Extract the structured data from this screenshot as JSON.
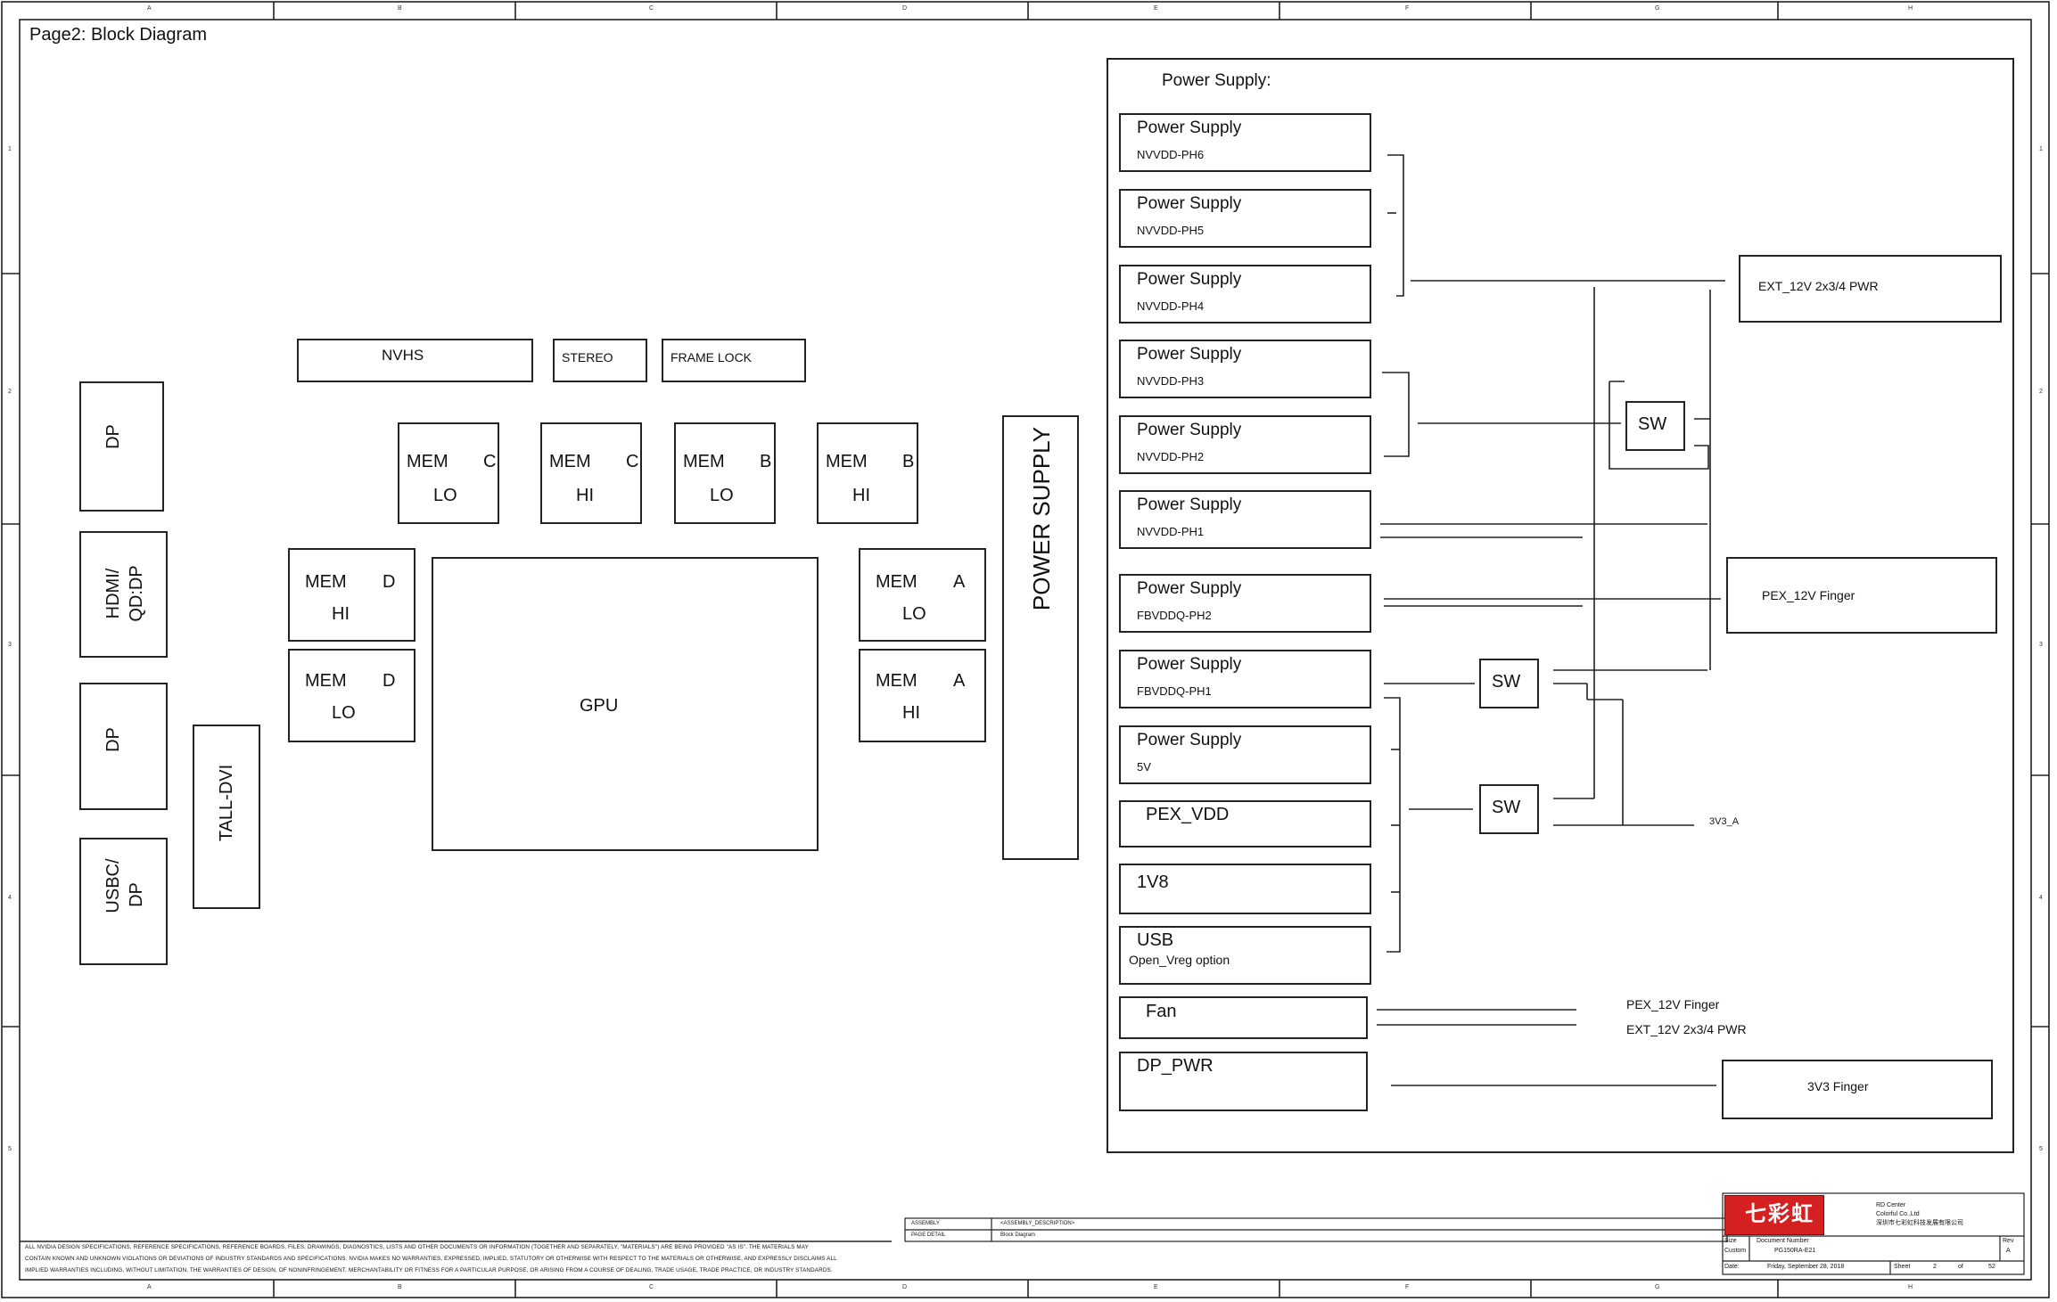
{
  "page_title": "Page2: Block Diagram",
  "border": {
    "columns": [
      "A",
      "B",
      "C",
      "D",
      "E",
      "F",
      "G",
      "H"
    ],
    "rows": [
      "1",
      "2",
      "3",
      "4",
      "5"
    ]
  },
  "connectors": {
    "dp_top": "DP",
    "hdmi_line1": "HDMI/",
    "hdmi_line2": "QD:DP",
    "dp_mid": "DP",
    "usbc_line1": "USBC/",
    "usbc_line2": "DP",
    "tall_dvi": "TALL-DVI"
  },
  "top_blocks": {
    "nvhs": "NVHS",
    "stereo": "STEREO",
    "frame_lock": "FRAME LOCK"
  },
  "memory": [
    {
      "id": "c_lo",
      "mem": "MEM",
      "ch": "C",
      "pos": "LO"
    },
    {
      "id": "c_hi",
      "mem": "MEM",
      "ch": "C",
      "pos": "HI"
    },
    {
      "id": "b_lo",
      "mem": "MEM",
      "ch": "B",
      "pos": "LO"
    },
    {
      "id": "b_hi",
      "mem": "MEM",
      "ch": "B",
      "pos": "HI"
    },
    {
      "id": "d_hi",
      "mem": "MEM",
      "ch": "D",
      "pos": "HI"
    },
    {
      "id": "d_lo",
      "mem": "MEM",
      "ch": "D",
      "pos": "LO"
    },
    {
      "id": "a_lo",
      "mem": "MEM",
      "ch": "A",
      "pos": "LO"
    },
    {
      "id": "a_hi",
      "mem": "MEM",
      "ch": "A",
      "pos": "HI"
    }
  ],
  "gpu": "GPU",
  "power_supply_vertical": "POWER SUPPLY",
  "power_panel": {
    "heading": "Power Supply:",
    "supplies": [
      {
        "id": "ph6",
        "title": "Power Supply",
        "sub": "NVVDD-PH6"
      },
      {
        "id": "ph5",
        "title": "Power Supply",
        "sub": "NVVDD-PH5"
      },
      {
        "id": "ph4",
        "title": "Power Supply",
        "sub": "NVVDD-PH4"
      },
      {
        "id": "ph3",
        "title": "Power Supply",
        "sub": "NVVDD-PH3"
      },
      {
        "id": "ph2",
        "title": "Power Supply",
        "sub": "NVVDD-PH2"
      },
      {
        "id": "ph1",
        "title": "Power Supply",
        "sub": "NVVDD-PH1"
      },
      {
        "id": "fb2",
        "title": "Power Supply",
        "sub": "FBVDDQ-PH2"
      },
      {
        "id": "fb1",
        "title": "Power Supply",
        "sub": "FBVDDQ-PH1"
      },
      {
        "id": "v5",
        "title": "Power Supply",
        "sub": "5V"
      },
      {
        "id": "pexvdd",
        "title": "PEX_VDD",
        "sub": ""
      },
      {
        "id": "v1v8",
        "title": "1V8",
        "sub": ""
      },
      {
        "id": "usb",
        "title": "USB",
        "sub": "Open_Vreg option"
      },
      {
        "id": "fan",
        "title": "Fan",
        "sub": ""
      },
      {
        "id": "dppwr",
        "title": "DP_PWR",
        "sub": ""
      }
    ],
    "switches": {
      "sw1": "SW",
      "sw2": "SW",
      "sw3": "SW"
    },
    "ext_12v": "EXT_12V 2x3/4 PWR",
    "pex_12v": "PEX_12V Finger",
    "v3v3_a": "3V3_A",
    "fan_label_1": "PEX_12V Finger",
    "fan_label_2": "EXT_12V 2x3/4 PWR",
    "finger_3v3": "3V3 Finger"
  },
  "disclaimer": [
    "ALL NVIDIA DESIGN SPECIFICATIONS, REFERENCE SPECIFICATIONS, REFERENCE BOARDS, FILES, DRAWINGS, DIAGNOSTICS, LISTS AND OTHER DOCUMENTS OR INFORMATION (TOGETHER AND SEPARATELY, \"MATERIALS\") ARE BEING PROVIDED \"AS IS\". THE MATERIALS MAY",
    "CONTAIN KNOWN AND UNKNOWN VIOLATIONS OR DEVIATIONS OF INDUSTRY STANDARDS AND SPECIFICATIONS. NVIDIA MAKES NO WARRANTIES, EXPRESSED, IMPLIED, STATUTORY OR OTHERWISE WITH RESPECT TO THE MATERIALS OR OTHERWISE, AND EXPRESSLY DISCLAIMS ALL",
    "IMPLIED WARRANTIES INCLUDING, WITHOUT LIMITATION, THE WARRANTIES OF DESIGN, OF NONINFRINGEMENT, MERCHANTABILITY OR FITNESS FOR A PARTICULAR PURPOSE, OR ARISING FROM A COURSE OF DEALING, TRADE USAGE, TRADE PRACTICE, OR INDUSTRY STANDARDS."
  ],
  "assembly": {
    "label1": "ASSEMBLY",
    "label2": "PAGE DETAIL",
    "value1": "<ASSEMBLY_DESCRIPTION>",
    "value2": "Block Diagram"
  },
  "title_block": {
    "logo_text": "七彩虹",
    "company1": "RD Center",
    "company2": "Colorful Co.,Ltd",
    "company3": "深圳市七彩虹科技发展有限公司",
    "size_label": "Size",
    "size_value": "Custom",
    "doc_label": "Document Number",
    "doc_value": "PG150RA-E21",
    "rev_label": "Rev",
    "rev_value": "A",
    "date_label": "Date:",
    "date_value": "Friday, September 28, 2018",
    "sheet_label": "Sheet",
    "sheet_value": "2",
    "of_label": "of",
    "of_value": "52"
  },
  "colors": {
    "line": "#222222",
    "logo_red": "#d42020"
  }
}
